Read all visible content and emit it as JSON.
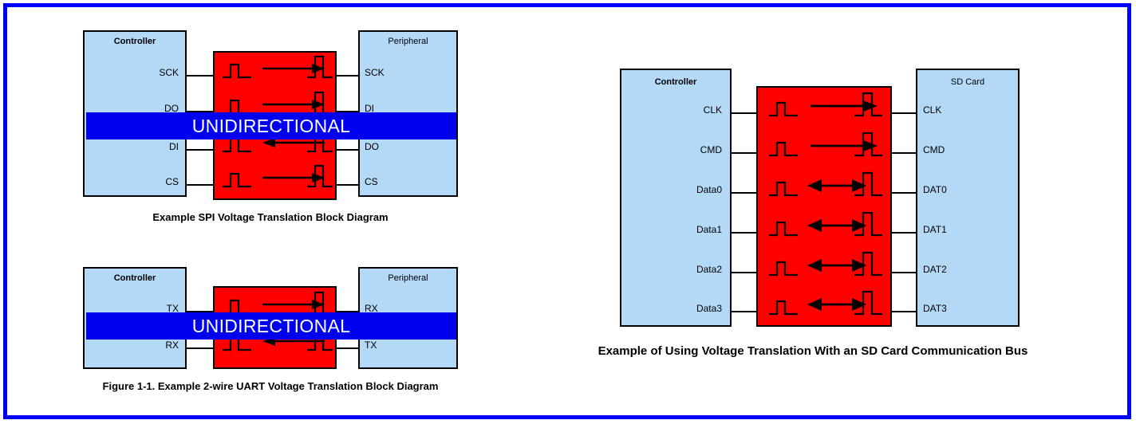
{
  "page": {
    "border_color": "#0000ff",
    "background": "#ffffff",
    "block_fill": "#b3d9f7",
    "translator_fill": "#fe0000",
    "band_fill": "#0000ee",
    "band_text_color": "#ffffff"
  },
  "spi": {
    "caption": "Example SPI Voltage Translation Block Diagram",
    "left_block_title": "Controller",
    "right_block_title": "Peripheral",
    "band_label": "UNIDIRECTIONAL",
    "signals": [
      {
        "left": "SCK",
        "right": "SCK",
        "direction": "right"
      },
      {
        "left": "DO",
        "right": "DI",
        "direction": "right"
      },
      {
        "left": "DI",
        "right": "DO",
        "direction": "left"
      },
      {
        "left": "CS",
        "right": "CS",
        "direction": "right"
      }
    ]
  },
  "uart": {
    "caption": "Figure 1-1. Example 2-wire UART Voltage Translation Block Diagram",
    "left_block_title": "Controller",
    "right_block_title": "Peripheral",
    "band_label": "UNIDIRECTIONAL",
    "signals": [
      {
        "left": "TX",
        "right": "RX",
        "direction": "right"
      },
      {
        "left": "RX",
        "right": "TX",
        "direction": "left"
      }
    ]
  },
  "sdcard": {
    "caption": "Example of Using Voltage Translation With an SD Card Communication Bus",
    "left_block_title": "Controller",
    "right_block_title": "SD Card",
    "signals": [
      {
        "left": "CLK",
        "right": "CLK",
        "direction": "right"
      },
      {
        "left": "CMD",
        "right": "CMD",
        "direction": "right"
      },
      {
        "left": "Data0",
        "right": "DAT0",
        "direction": "both"
      },
      {
        "left": "Data1",
        "right": "DAT1",
        "direction": "both"
      },
      {
        "left": "Data2",
        "right": "DAT2",
        "direction": "both"
      },
      {
        "left": "Data3",
        "right": "DAT3",
        "direction": "both"
      }
    ]
  }
}
